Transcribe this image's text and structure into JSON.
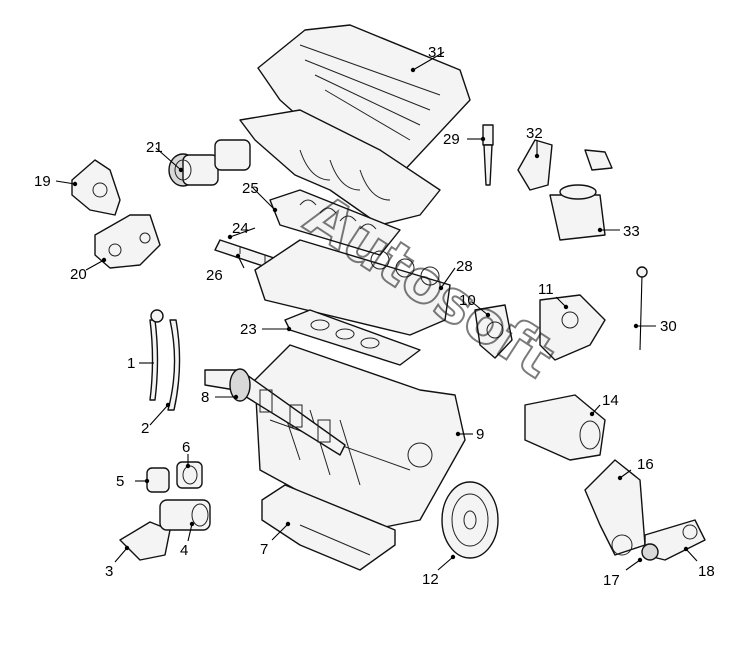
{
  "diagram": {
    "watermark": "Autosoft",
    "callouts": [
      {
        "id": "c1",
        "label": "1"
      },
      {
        "id": "c2",
        "label": "2"
      },
      {
        "id": "c3",
        "label": "3"
      },
      {
        "id": "c4",
        "label": "4"
      },
      {
        "id": "c5",
        "label": "5"
      },
      {
        "id": "c6",
        "label": "6"
      },
      {
        "id": "c7",
        "label": "7"
      },
      {
        "id": "c8",
        "label": "8"
      },
      {
        "id": "c9",
        "label": "9"
      },
      {
        "id": "c10",
        "label": "10"
      },
      {
        "id": "c11",
        "label": "11"
      },
      {
        "id": "c12",
        "label": "12"
      },
      {
        "id": "c14",
        "label": "14"
      },
      {
        "id": "c16",
        "label": "16"
      },
      {
        "id": "c17",
        "label": "17"
      },
      {
        "id": "c18",
        "label": "18"
      },
      {
        "id": "c19",
        "label": "19"
      },
      {
        "id": "c20",
        "label": "20"
      },
      {
        "id": "c21",
        "label": "21"
      },
      {
        "id": "c23",
        "label": "23"
      },
      {
        "id": "c24",
        "label": "24"
      },
      {
        "id": "c25",
        "label": "25"
      },
      {
        "id": "c26",
        "label": "26"
      },
      {
        "id": "c28",
        "label": "28"
      },
      {
        "id": "c29",
        "label": "29"
      },
      {
        "id": "c30",
        "label": "30"
      },
      {
        "id": "c31",
        "label": "31"
      },
      {
        "id": "c32",
        "label": "32"
      },
      {
        "id": "c33",
        "label": "33"
      }
    ]
  }
}
